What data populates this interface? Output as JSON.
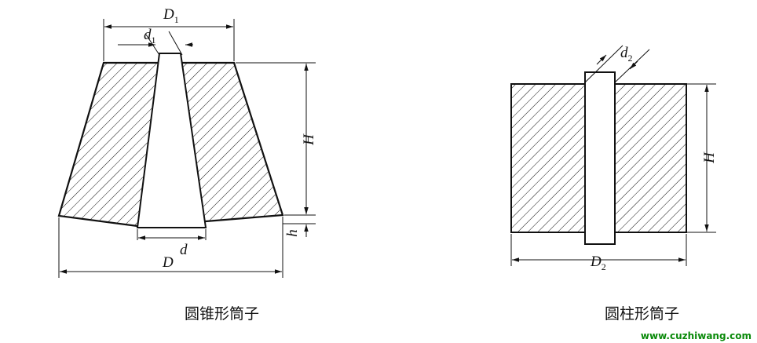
{
  "conical": {
    "caption": "圆锥形筒子",
    "labels": {
      "D1": {
        "main": "D",
        "sub": "1"
      },
      "d1": {
        "main": "d",
        "sub": "1"
      },
      "H": {
        "main": "H"
      },
      "h": {
        "main": "h"
      },
      "d": {
        "main": "d"
      },
      "D": {
        "main": "D"
      }
    }
  },
  "cylindrical": {
    "caption": "圆柱形筒子",
    "labels": {
      "d2": {
        "main": "d",
        "sub": "2"
      },
      "H": {
        "main": "H"
      },
      "D2": {
        "main": "D",
        "sub": "2"
      }
    }
  },
  "watermark": "www.cuzhiwang.com",
  "colors": {
    "line": "#111111",
    "watermark": "#0a8a0a",
    "background": "#ffffff"
  }
}
